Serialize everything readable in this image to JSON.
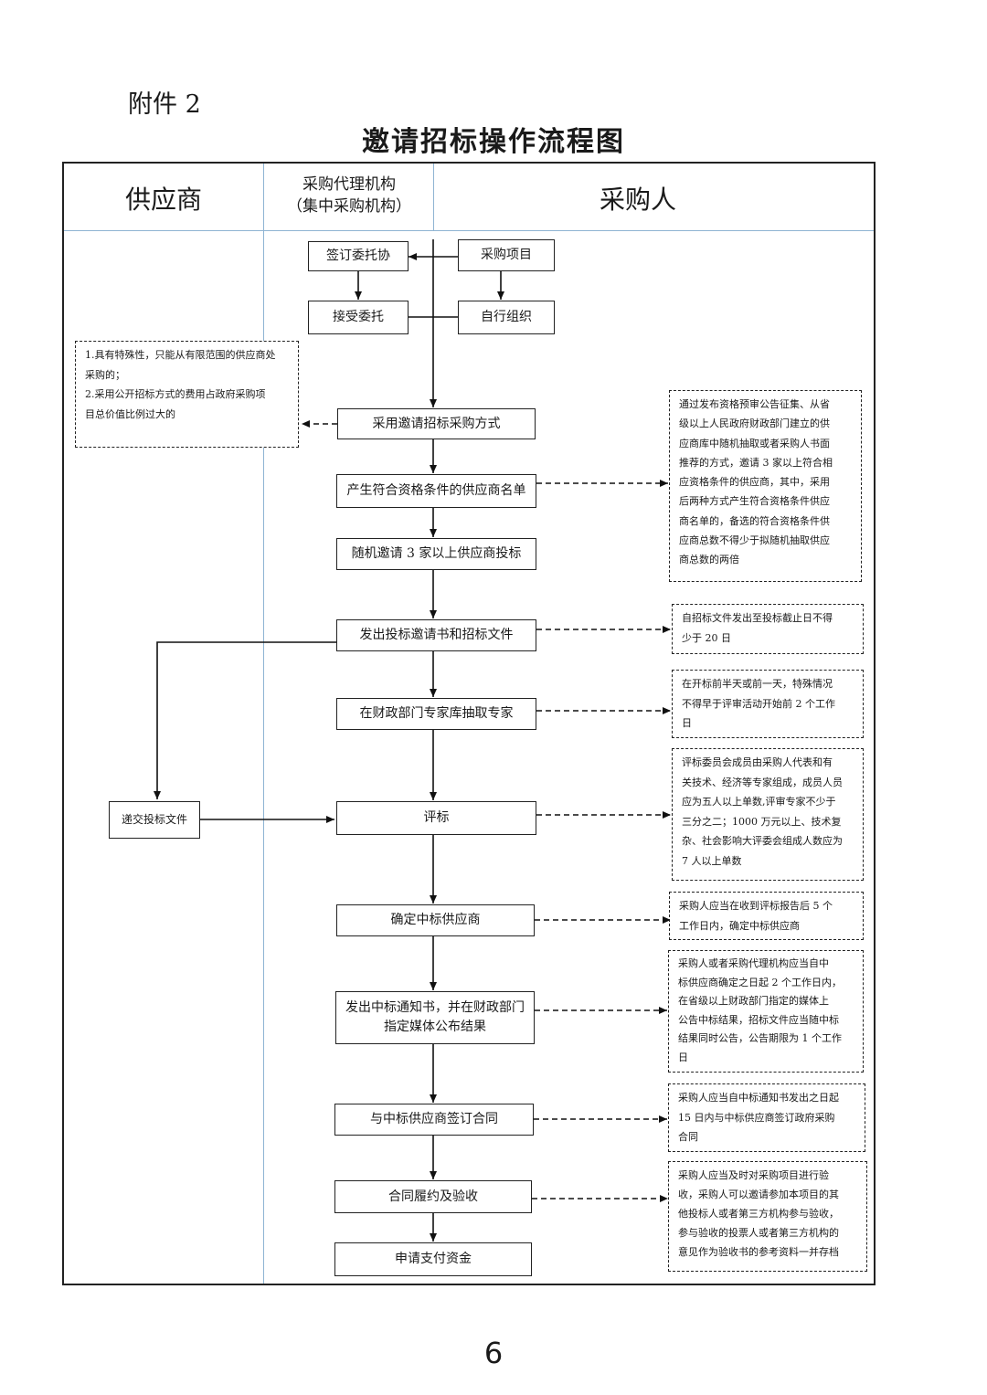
{
  "attachment_label": "附件 2",
  "title": "邀请招标操作流程图",
  "lanes": {
    "supplier": "供应商",
    "agency_line1": "采购代理机构",
    "agency_line2": "（集中采购机构）",
    "purchaser": "采购人"
  },
  "steps": {
    "sign_entrust": "签订委托协",
    "purchase_project": "采购项目",
    "accept_entrust": "接受委托",
    "self_organize": "自行组织",
    "adopt_method": "采用邀请招标采购方式",
    "supplier_list": "产生符合资格条件的供应商名单",
    "invite_random": "随机邀请 3 家以上供应商投标",
    "issue_invitation": "发出投标邀请书和招标文件",
    "draw_experts": "在财政部门专家库抽取专家",
    "submit_bid": "递交投标文件",
    "evaluate": "评标",
    "determine_winner": "确定中标供应商",
    "notice_line1": "发出中标通知书，并在财政部门",
    "notice_line2": "指定媒体公布结果",
    "sign_contract": "与中标供应商签订合同",
    "perform_accept": "合同履约及验收",
    "apply_payment": "申请支付资金"
  },
  "notes": {
    "conditions": [
      "1.具有特殊性，只能从有限范围的供应商处",
      "采购的；",
      "2.采用公开招标方式的费用占政府采购项",
      "目总价值比例过大的"
    ],
    "qualification": [
      "通过发布资格预审公告征集、从省",
      "级以上人民政府财政部门建立的供",
      "应商库中随机抽取或者采购人书面",
      "推荐的方式，邀请 3 家以上符合相",
      "应资格条件的供应商，其中，采用",
      "后两种方式产生符合资格条件供应",
      "商名单的，备选的符合资格条件供",
      "应商总数不得少于拟随机抽取供应",
      "商总数的两倍"
    ],
    "deadline": [
      "自招标文件发出至投标截止日不得",
      "少于 20 日"
    ],
    "expert_timing": [
      "在开标前半天或前一天，特殊情况",
      "不得早于评审活动开始前 2 个工作",
      "日"
    ],
    "committee": [
      "评标委员会成员由采购人代表和有",
      "关技术、经济等专家组成，成员人员",
      "应为五人以上单数,评审专家不少于",
      "三分之二；1000 万元以上、技术复",
      "杂、社会影响大评委会组成人数应为",
      "7 人以上单数"
    ],
    "winner_timing": [
      "采购人应当在收到评标报告后 5 个",
      "工作日内，确定中标供应商"
    ],
    "announcement": [
      "采购人或者采购代理机构应当自中",
      "标供应商确定之日起 2 个工作日内，",
      "在省级以上财政部门指定的媒体上",
      "公告中标结果，招标文件应当随中标",
      "结果同时公告，公告期限为 1 个工作",
      "日"
    ],
    "contract_timing": [
      "采购人应当自中标通知书发出之日起",
      "15 日内与中标供应商签订政府采购",
      "合同"
    ],
    "acceptance": [
      "采购人应当及时对采购项目进行验",
      "收，采购人可以邀请参加本项目的其",
      "他投标人或者第三方机构参与验收，",
      "参与验收的投票人或者第三方机构的",
      "意见作为验收书的参考资料一并存档"
    ]
  },
  "page_number": "6"
}
